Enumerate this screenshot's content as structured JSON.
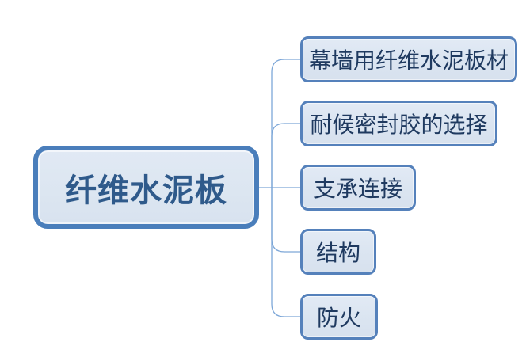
{
  "mindmap": {
    "root": {
      "label": "纤维水泥板"
    },
    "children": [
      {
        "label": "幕墙用纤维水泥板材"
      },
      {
        "label": "耐候密封胶的选择"
      },
      {
        "label": "支承连接"
      },
      {
        "label": "结构"
      },
      {
        "label": "防火"
      }
    ],
    "colors": {
      "background": "#ffffff",
      "node_fill": "#dbe5f1",
      "root_border": "#4a7ebb",
      "child_border": "#5581bb",
      "root_text": "#2f5a8b",
      "child_text": "#1f3a60",
      "connector": "#7da7d8"
    }
  }
}
